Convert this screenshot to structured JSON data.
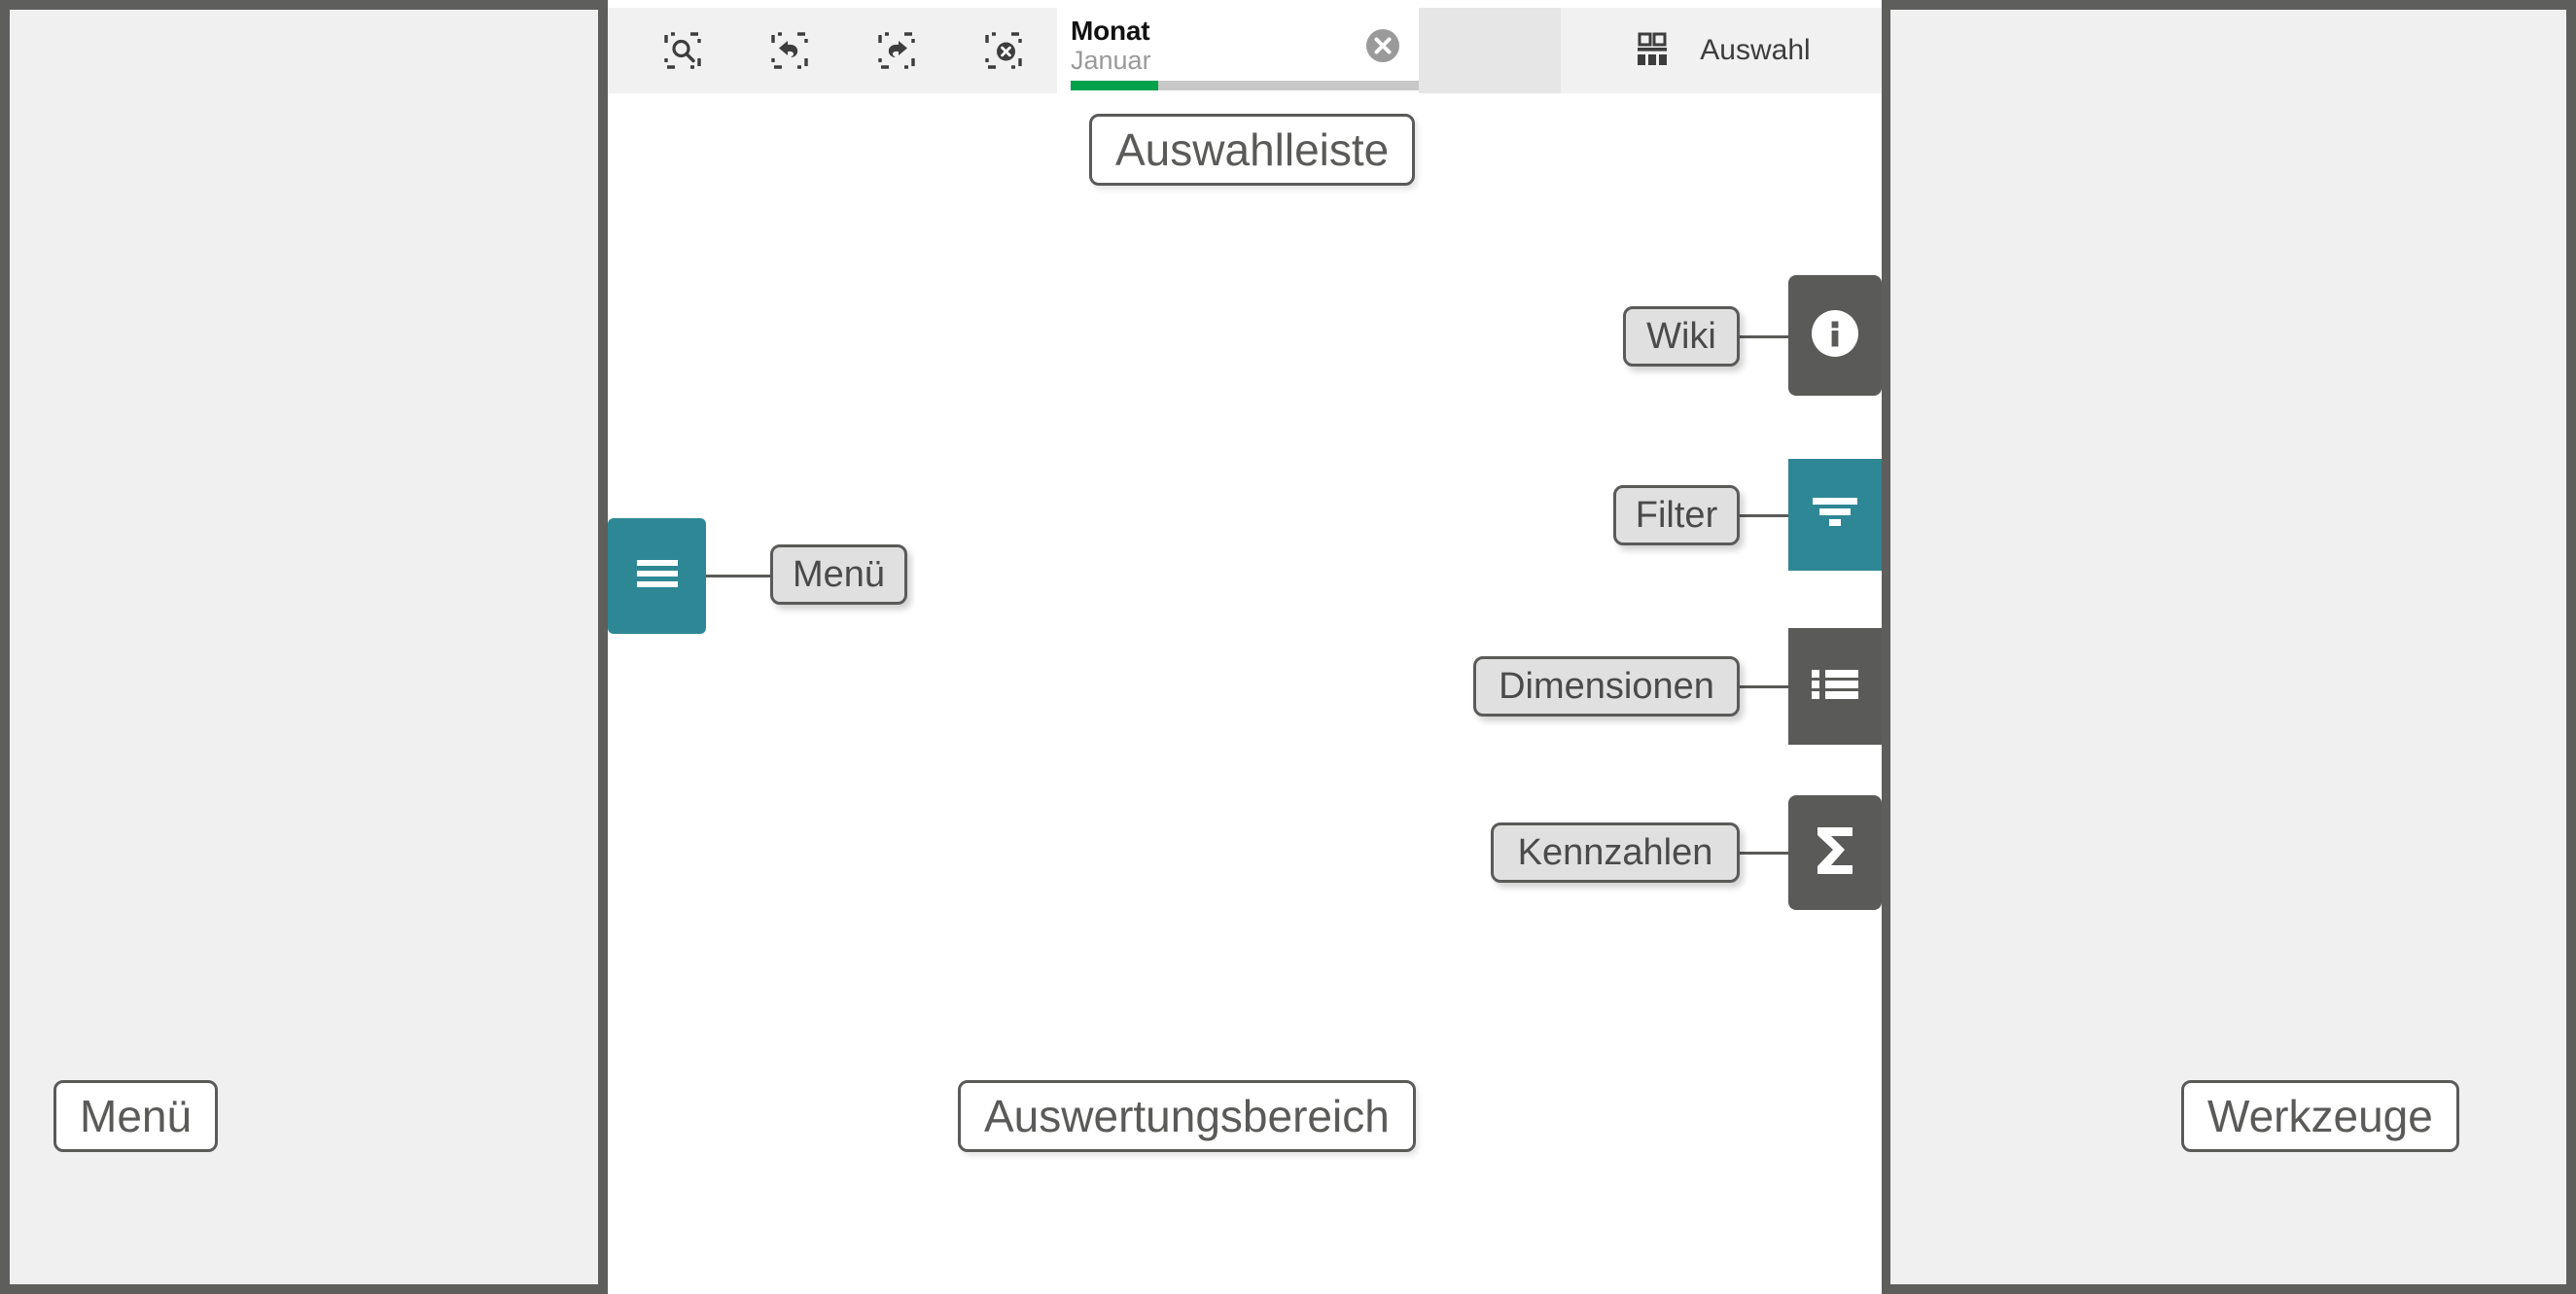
{
  "colors": {
    "frame": "#5e5e5c",
    "panel_bg": "#f0f0f0",
    "center_bg": "#ffffff",
    "toolbar_bg": "#f1f1f1",
    "accent_teal": "#2e8795",
    "accent_dark": "#5a5a58",
    "progress_green": "#00a14b",
    "callout_bg": "#e0e0e0"
  },
  "selection_bar": {
    "tools": [
      {
        "name": "search-selection-icon",
        "title": "Auswahl suchen"
      },
      {
        "name": "undo-selection-icon",
        "title": "Auswahl zurück"
      },
      {
        "name": "redo-selection-icon",
        "title": "Auswahl vor"
      },
      {
        "name": "clear-selection-icon",
        "title": "Auswahl löschen"
      }
    ],
    "tab": {
      "field": "Monat",
      "value": "Januar",
      "close_icon": "close-circle-icon",
      "progress_percent": 25
    },
    "auswahl_button": {
      "label": "Auswahl",
      "icon": "selections-grid-icon"
    }
  },
  "menu_button": {
    "icon": "hamburger-menu-icon",
    "callout": "Menü"
  },
  "tools": [
    {
      "id": "wiki",
      "icon": "info-circle-icon",
      "callout": "Wiki",
      "color": "#5a5a58"
    },
    {
      "id": "filter",
      "icon": "filter-funnel-icon",
      "callout": "Filter",
      "color": "#2e8795"
    },
    {
      "id": "dimensions",
      "icon": "list-bullets-icon",
      "callout": "Dimensionen",
      "color": "#5a5a58"
    },
    {
      "id": "measures",
      "icon": "sigma-icon",
      "callout": "Kennzahlen",
      "color": "#5a5a58"
    }
  ],
  "callouts": {
    "selection_bar": "Auswahlleiste"
  },
  "regions": {
    "left": "Menü",
    "center": "Auswertungsbereich",
    "right": "Werkzeuge"
  }
}
